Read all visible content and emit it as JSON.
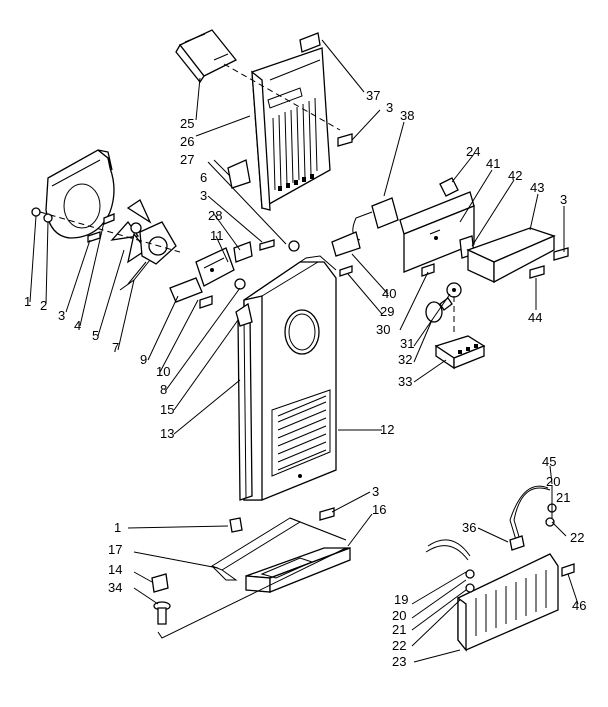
{
  "diagram": {
    "part_labels": [
      "1",
      "2",
      "3",
      "4",
      "5",
      "7",
      "9",
      "10",
      "8",
      "15",
      "13",
      "28",
      "11",
      "6",
      "3",
      "27",
      "26",
      "25",
      "37",
      "3",
      "38",
      "24",
      "41",
      "42",
      "43",
      "3",
      "40",
      "29",
      "30",
      "31",
      "32",
      "33",
      "44",
      "12",
      "3",
      "16",
      "1",
      "17",
      "14",
      "34",
      "45",
      "20",
      "21",
      "22",
      "36",
      "19",
      "20",
      "21",
      "22",
      "23",
      "46"
    ]
  }
}
